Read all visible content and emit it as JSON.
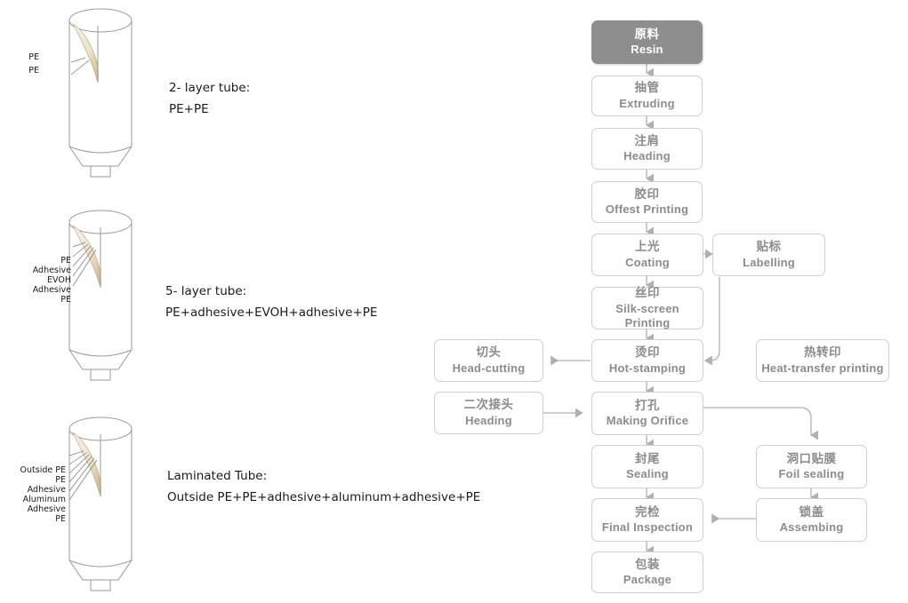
{
  "tubes": [
    {
      "id": "two-layer",
      "caption_line1": "2-  layer tube:",
      "caption_line2": "PE+PE",
      "layers": [
        "PE",
        "PE"
      ]
    },
    {
      "id": "five-layer",
      "caption_line1": "5-  layer tube:",
      "caption_line2": "PE+adhesive+EVOH+adhesive+PE",
      "layers": [
        "PE",
        "Adhesive",
        "EVOH",
        "Adhesive",
        "PE"
      ]
    },
    {
      "id": "laminated",
      "caption_line1": "Laminated Tube:",
      "caption_line2": "Outside  PE+PE+adhesive+aluminum+adhesive+PE",
      "layers": [
        "Outside PE",
        "PE",
        "Adhesive",
        "Aluminum",
        "Adhesive",
        "PE"
      ]
    }
  ],
  "flowchart": {
    "nodes": {
      "resin": {
        "cn": "原料",
        "en": "Resin"
      },
      "extruding": {
        "cn": "抽管",
        "en": "Extruding"
      },
      "heading1": {
        "cn": "注肩",
        "en": "Heading"
      },
      "offset": {
        "cn": "胶印",
        "en": "Offest Printing"
      },
      "coating": {
        "cn": "上光",
        "en": "Coating"
      },
      "labelling": {
        "cn": "贴标",
        "en": "Labelling"
      },
      "silkscreen": {
        "cn": "丝印",
        "en": "Silk-screen Printing"
      },
      "hotstamping": {
        "cn": "烫印",
        "en": "Hot-stamping"
      },
      "headcutting": {
        "cn": "切头",
        "en": "Head-cutting"
      },
      "heattransfer": {
        "cn": "热转印",
        "en": "Heat-transfer printing"
      },
      "heading2": {
        "cn": "二次接头",
        "en": "Heading"
      },
      "orifice": {
        "cn": "打孔",
        "en": "Making Orifice"
      },
      "sealing": {
        "cn": "封尾",
        "en": "Sealing"
      },
      "foilsealing": {
        "cn": "洞口贴膜",
        "en": "Foil sealing"
      },
      "inspection": {
        "cn": "完检",
        "en": "Final Inspection"
      },
      "assembing": {
        "cn": "锁盖",
        "en": "Assembing"
      },
      "package": {
        "cn": "包装",
        "en": "Package"
      }
    }
  },
  "colors": {
    "start_fill": "#8e8e8e",
    "node_border": "#cfcfcf",
    "node_text": "#8c8c8c",
    "connector": "#b0b0b0",
    "tube_outline": "#9a9a9a",
    "flap_tint": "#efe7d4",
    "caption_text": "#1b1b1b"
  }
}
